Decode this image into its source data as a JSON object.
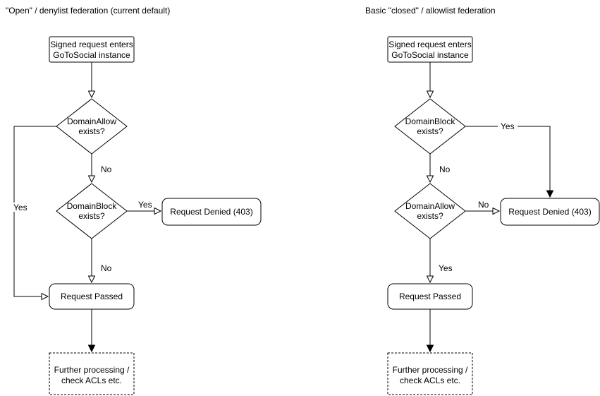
{
  "left": {
    "title": "\"Open\" / denylist federation (current default)",
    "start": {
      "line1": "Signed request enters",
      "line2": "GoToSocial instance"
    },
    "diamond1": {
      "line1": "DomainAllow",
      "line2": "exists?"
    },
    "diamond2": {
      "line1": "DomainBlock",
      "line2": "exists?"
    },
    "denied": "Request Denied (403)",
    "passed": "Request Passed",
    "further": {
      "line1": "Further processing /",
      "line2": "check ACLs etc."
    },
    "labels": {
      "no1": "No",
      "yes_denied": "Yes",
      "no2": "No",
      "yes_passed": "Yes"
    }
  },
  "right": {
    "title": "Basic \"closed\" / allowlist federation",
    "start": {
      "line1": "Signed request enters",
      "line2": "GoToSocial instance"
    },
    "diamond1": {
      "line1": "DomainBlock",
      "line2": "exists?"
    },
    "diamond2": {
      "line1": "DomainAllow",
      "line2": "exists?"
    },
    "denied": "Request Denied (403)",
    "passed": "Request Passed",
    "further": {
      "line1": "Further processing /",
      "line2": "check ACLs etc."
    },
    "labels": {
      "yes_denied": "Yes",
      "no1": "No",
      "no2": "No",
      "yes_passed": "Yes"
    }
  }
}
